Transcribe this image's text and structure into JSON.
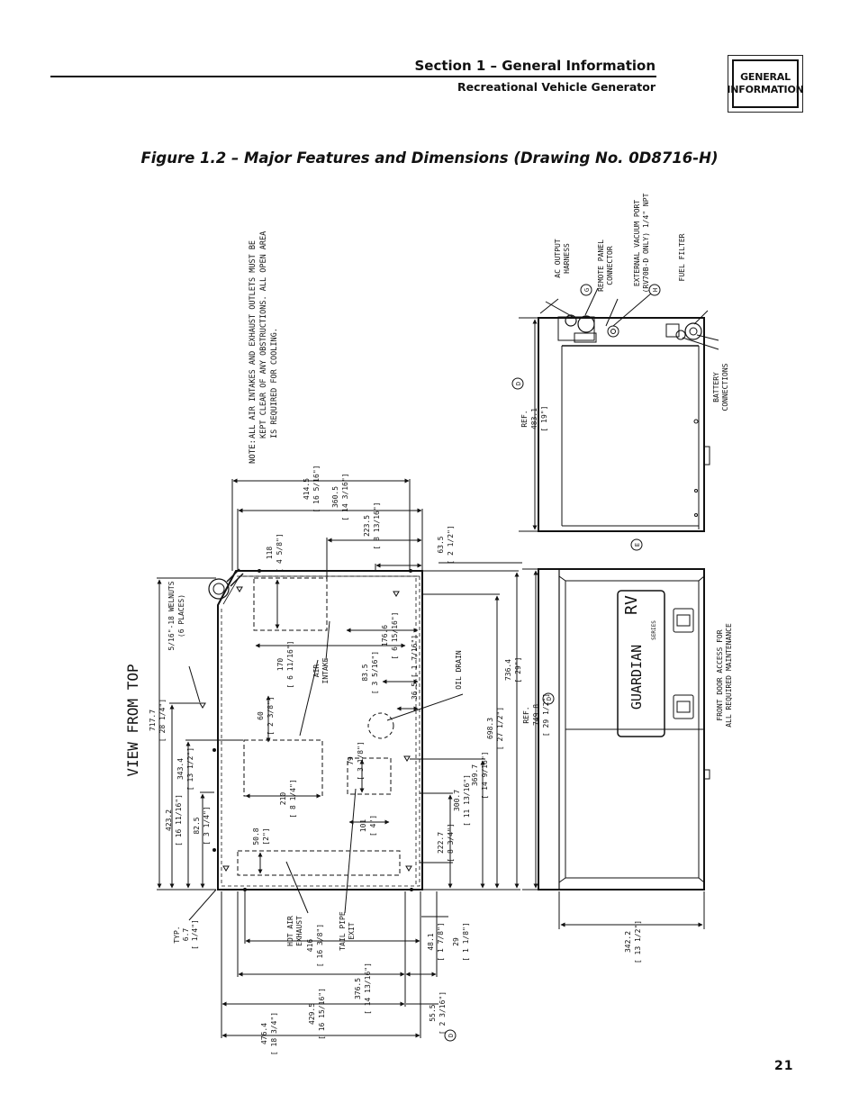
{
  "header": {
    "section_title": "Section 1 – General Information",
    "subtitle": "Recreational Vehicle Generator",
    "tab_line1": "GENERAL",
    "tab_line2": "INFORMATION"
  },
  "figure": {
    "title": "Figure 1.2 – Major Features and Dimensions (Drawing No. 0D8716-H)"
  },
  "page_number": "21",
  "drawing": {
    "view_title": "VIEW FROM TOP",
    "note_label": "NOTE:",
    "note_lines": [
      "ALL AIR INTAKES AND EXHAUST OUTLETS MUST BE",
      "KEPT CLEAR OF ANY OBSTRUCTIONS.  ALL OPEN AREA",
      "IS REQUIRED FOR COOLING."
    ],
    "callouts": {
      "ac_output_1": "AC OUTPUT",
      "ac_output_2": "HARNESS",
      "remote_1": "REMOTE PANEL",
      "remote_2": "CONNECTOR",
      "vacuum_1": "EXTERNAL VACUUM PORT",
      "vacuum_2": "(RV70B-D ONLY) 1/4\" NPT",
      "fuel_filter": "FUEL FILTER",
      "battery_1": "BATTERY",
      "battery_2": "CONNECTIONS",
      "front_door_1": "FRONT DOOR ACCESS FOR",
      "front_door_2": "ALL REQUIRED MAINTENANCE",
      "welnuts_1": "5/16\"-18 WELNUTS",
      "welnuts_2": "(6 PLACES)",
      "air_intake_1": "AIR",
      "air_intake_2": "INTAKE",
      "oil_drain": "OIL DRAIN",
      "hot_air_1": "HOT AIR",
      "hot_air_2": "EXHAUST",
      "tail_pipe_1": "TAIL PIPE",
      "tail_pipe_2": "EXIT",
      "typ_1": "TYP.",
      "typ_2": "6.7",
      "typ_3": "[ 1/4\"]"
    },
    "markers": {
      "g": "G",
      "h": "H",
      "d": "D",
      "e": "E"
    },
    "logo": {
      "brand": "GUARDIAN",
      "model": "RV",
      "badge": "SERIES"
    },
    "dims": {
      "d4145": [
        "414.5",
        "[ 16 5/16\"]"
      ],
      "d3605": [
        "360.5",
        "[ 14 3/16\"]"
      ],
      "d2235": [
        "223.5",
        "[ 8 13/16\"]"
      ],
      "d635": [
        "63.5",
        "[ 2 1/2\"]"
      ],
      "d118": [
        "118",
        "[ 4 5/8\"]"
      ],
      "d170": [
        "170",
        "[ 6 11/16\"]"
      ],
      "d1766": [
        "176.6",
        "[ 6 15/16\"]"
      ],
      "d835": [
        "83.5",
        "[ 3 5/16\"]"
      ],
      "d365": [
        "36.5 [ 1 7/16\"]"
      ],
      "d7364": [
        "736.4",
        "[ 29\"]"
      ],
      "d6983": [
        "698.3",
        "[ 27 1/2\"]"
      ],
      "d60": [
        "60",
        "[ 2 3/8\"]"
      ],
      "d79": [
        "79",
        "[ 3 1/8\"]"
      ],
      "d3697": [
        "369.7",
        "[ 14 9/16\"]"
      ],
      "d3007": [
        "300.7",
        "[ 11 13/16\"]"
      ],
      "d2227": [
        "222.7",
        "[ 8 3/4\"]"
      ],
      "d210": [
        "210",
        "[ 8 1/4\"]"
      ],
      "d101": [
        "101",
        "[ 4\"]"
      ],
      "d7177": [
        "717.7",
        "[ 28 1/4\"]"
      ],
      "d3434": [
        "343.4",
        "[ 13 1/2\"]"
      ],
      "d4232": [
        "423.2",
        "[ 16 11/16\"]"
      ],
      "d825": [
        "82.5",
        "[ 3 1/4\"]"
      ],
      "d508": [
        "50.8",
        "[2\"]"
      ],
      "d416": [
        "416",
        "[ 16 3/8\"]"
      ],
      "d481": [
        "48.1",
        "[ 1 7/8\"]"
      ],
      "d29": [
        "29",
        "[ 1 1/8\"]"
      ],
      "d3765": [
        "376.5",
        "[ 14 13/16\"]"
      ],
      "d4295": [
        "429.5",
        "[ 16 15/16\"]"
      ],
      "d555": [
        "55.5",
        "[ 2 3/16\"]"
      ],
      "d4764": [
        "476.4",
        "[ 18 3/4\"]"
      ],
      "d4831": [
        "REF.",
        "483.1",
        "[ 19\"]"
      ],
      "d7498": [
        "REF.",
        "749.8",
        "[ 29 1/2\"]"
      ],
      "d3422": [
        "342.2",
        "[ 13 1/2\"]"
      ]
    }
  }
}
